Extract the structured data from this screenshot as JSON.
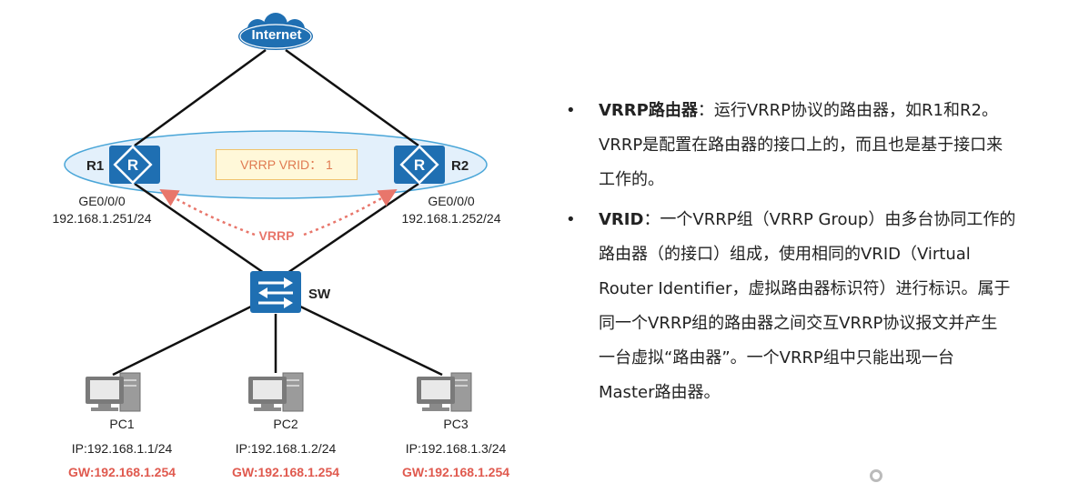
{
  "topology": {
    "internet_label": "Internet",
    "r1": {
      "name": "R1",
      "interface": "GE0/0/0",
      "ip": "192.168.1.251/24"
    },
    "r2": {
      "name": "R2",
      "interface": "GE0/0/0",
      "ip": "192.168.1.252/24"
    },
    "vrid_box": "VRRP VRID： 1",
    "vrrp_label": "VRRP",
    "switch_label": "SW",
    "pcs": [
      {
        "name": "PC1",
        "ip": "IP:192.168.1.1/24",
        "gw": "GW:192.168.1.254"
      },
      {
        "name": "PC2",
        "ip": "IP:192.168.1.2/24",
        "gw": "GW:192.168.1.254"
      },
      {
        "name": "PC3",
        "ip": "IP:192.168.1.3/24",
        "gw": "GW:192.168.1.254"
      }
    ]
  },
  "bullets": [
    {
      "marker": "•",
      "term": "VRRP路由器",
      "lines": [
        "：运行VRRP协议的路由器，如R1和R2。",
        "VRRP是配置在路由器的接口上的，而且也是基于接口来",
        "工作的。"
      ]
    },
    {
      "marker": "•",
      "term": "VRID",
      "lines": [
        "：一个VRRP组（VRRP Group）由多台协同工作的",
        "路由器（的接口）组成，使用相同的VRID（Virtual",
        "Router Identifier，虚拟路由器标识符）进行标识。属于",
        "同一个VRRP组的路由器之间交互VRRP协议报文并产生",
        "一台虚拟“路由器”。一个VRRP组中只能出现一台",
        "Master路由器。"
      ]
    }
  ],
  "colors": {
    "device_blue": "#1f6fb2",
    "ellipse_fill": "#e3f0fb",
    "ellipse_stroke": "#4aa6d8",
    "vrrp_red": "#e8766b",
    "gw_red": "#e05a4f"
  }
}
